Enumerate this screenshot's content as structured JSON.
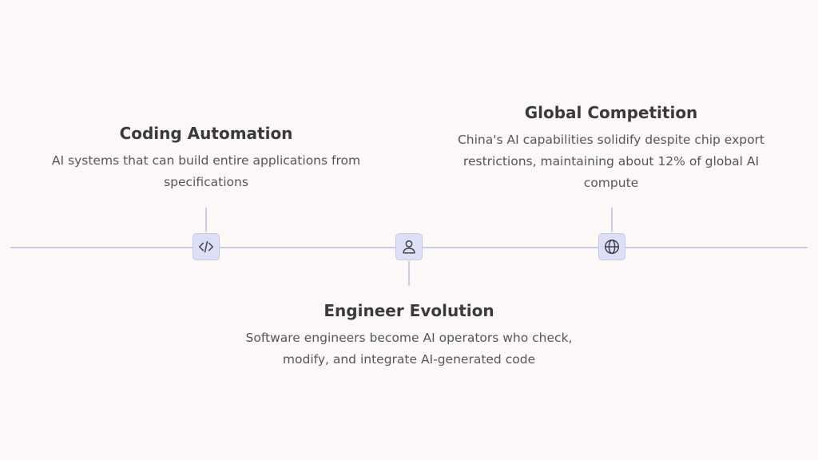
{
  "events": [
    {
      "title": "Coding Automation",
      "description": "AI systems that can build entire applications from specifications",
      "icon": "code-icon"
    },
    {
      "title": "Engineer Evolution",
      "description": "Software engineers become AI operators who check, modify, and integrate AI-generated code",
      "icon": "person-icon"
    },
    {
      "title": "Global Competition",
      "description": "China's AI capabilities solidify despite chip export restrictions, maintaining about 12% of global AI compute",
      "icon": "globe-icon"
    }
  ],
  "colors": {
    "background": "#fbf8f7",
    "line": "#c9cbe8",
    "node_fill": "#dcdff6",
    "title_text": "#3a3a3e",
    "body_text": "#55565c"
  }
}
